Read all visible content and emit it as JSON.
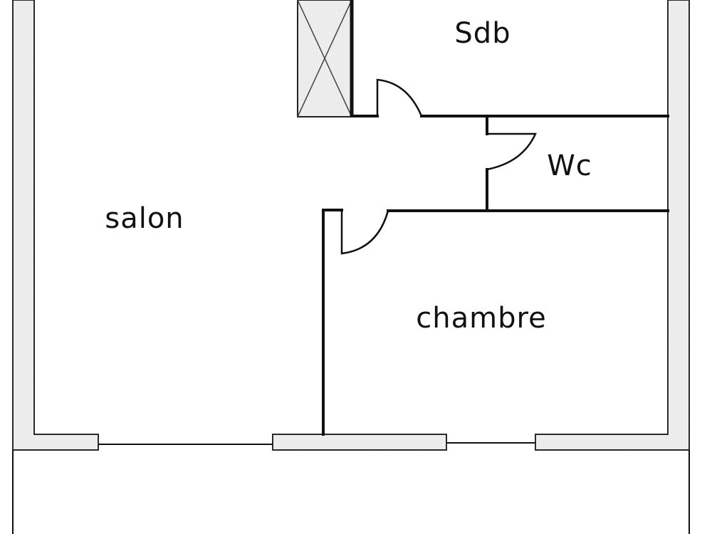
{
  "rooms": {
    "salon": "salon",
    "sdb": "Sdb",
    "wc": "Wc",
    "chambre": "chambre"
  },
  "colors": {
    "wall_fill": "#ececec",
    "wall_stroke": "#222222",
    "line": "#111111",
    "background": "#ffffff"
  }
}
